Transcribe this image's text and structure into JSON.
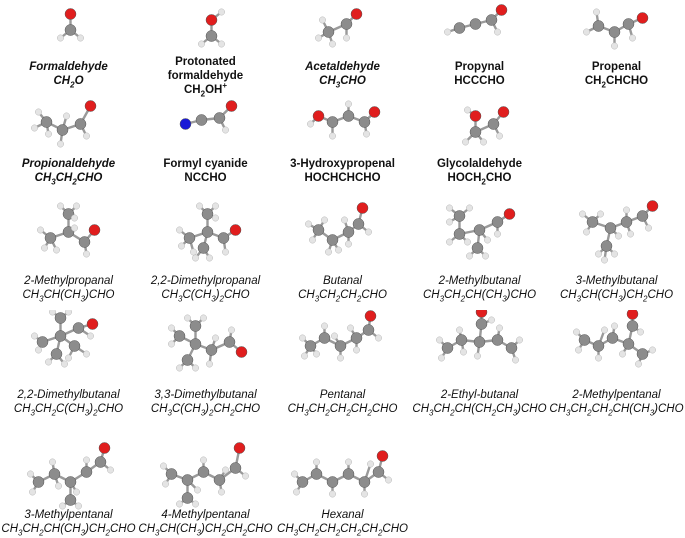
{
  "molecules": [
    {
      "name": "Formaldehyde",
      "formula": "CH<sub>2</sub>O"
    },
    {
      "name": "Protonated formaldehyde",
      "formula": "CH<sub>2</sub>OH<sup>+</sup>"
    },
    {
      "name": "Acetaldehyde",
      "formula": "CH<sub>3</sub>CHO"
    },
    {
      "name": "Propynal",
      "formula": "HCCCHO"
    },
    {
      "name": "Propenal",
      "formula": "CH<sub>2</sub>CHCHO"
    },
    {
      "name": "Propionaldehyde",
      "formula": "CH<sub>3</sub>CH<sub>2</sub>CHO"
    },
    {
      "name": "Formyl cyanide",
      "formula": "NCCHO"
    },
    {
      "name": "3-Hydroxypropenal",
      "formula": "HOCHCHCHO"
    },
    {
      "name": "Glycolaldehyde",
      "formula": "HOCH<sub>2</sub>CHO"
    },
    {
      "name": "2-Methylpropanal",
      "formula": "CH<sub>3</sub>CH(CH<sub>3</sub>)CHO"
    },
    {
      "name": "2,2-Dimethylpropanal",
      "formula": "CH<sub>3</sub>C(CH<sub>3</sub>)<sub>2</sub>CHO"
    },
    {
      "name": "Butanal",
      "formula": "CH<sub>3</sub>CH<sub>2</sub>CH<sub>2</sub>CHO"
    },
    {
      "name": "2-Methylbutanal",
      "formula": "CH<sub>3</sub>CH<sub>2</sub>CH(CH<sub>3</sub>)CHO"
    },
    {
      "name": "3-Methylbutanal",
      "formula": "CH<sub>3</sub>CH(CH<sub>3</sub>)CH<sub>2</sub>CHO"
    },
    {
      "name": "2,2-Dimethylbutanal",
      "formula": "CH<sub>3</sub>CH<sub>2</sub>C(CH<sub>3</sub>)<sub>2</sub>CHO"
    },
    {
      "name": "3,3-Dimethylbutanal",
      "formula": "CH<sub>3</sub>C(CH<sub>3</sub>)<sub>2</sub>CH<sub>2</sub>CHO"
    },
    {
      "name": "Pentanal",
      "formula": "CH<sub>3</sub>CH<sub>2</sub>CH<sub>2</sub>CH<sub>2</sub>CHO"
    },
    {
      "name": "2-Ethyl-butanal",
      "formula": "CH<sub>3</sub>CH<sub>2</sub>CH(CH<sub>2</sub>CH<sub>3</sub>)CHO"
    },
    {
      "name": "2-Methylpentanal",
      "formula": "CH<sub>3</sub>CH<sub>2</sub>CH<sub>2</sub>CH(CH<sub>3</sub>)CHO"
    },
    {
      "name": "3-Methylpentanal",
      "formula": "CH<sub>3</sub>CH<sub>2</sub>CH(CH<sub>3</sub>)CH<sub>2</sub>CHO"
    },
    {
      "name": "4-Methylpentanal",
      "formula": "CH<sub>3</sub>CH(CH<sub>3</sub>)CH<sub>2</sub>CH<sub>2</sub>CHO"
    },
    {
      "name": "Hexanal",
      "formula": "CH<sub>3</sub>CH<sub>2</sub>CH<sub>2</sub>CH<sub>2</sub>CH<sub>2</sub>CHO"
    }
  ],
  "atom_colors": {
    "carbon": "#8c8c8c",
    "oxygen": "#e01e1e",
    "hydrogen": "#e4e4e4",
    "nitrogen": "#1a1ad6",
    "bond": "#9a9a9a"
  }
}
